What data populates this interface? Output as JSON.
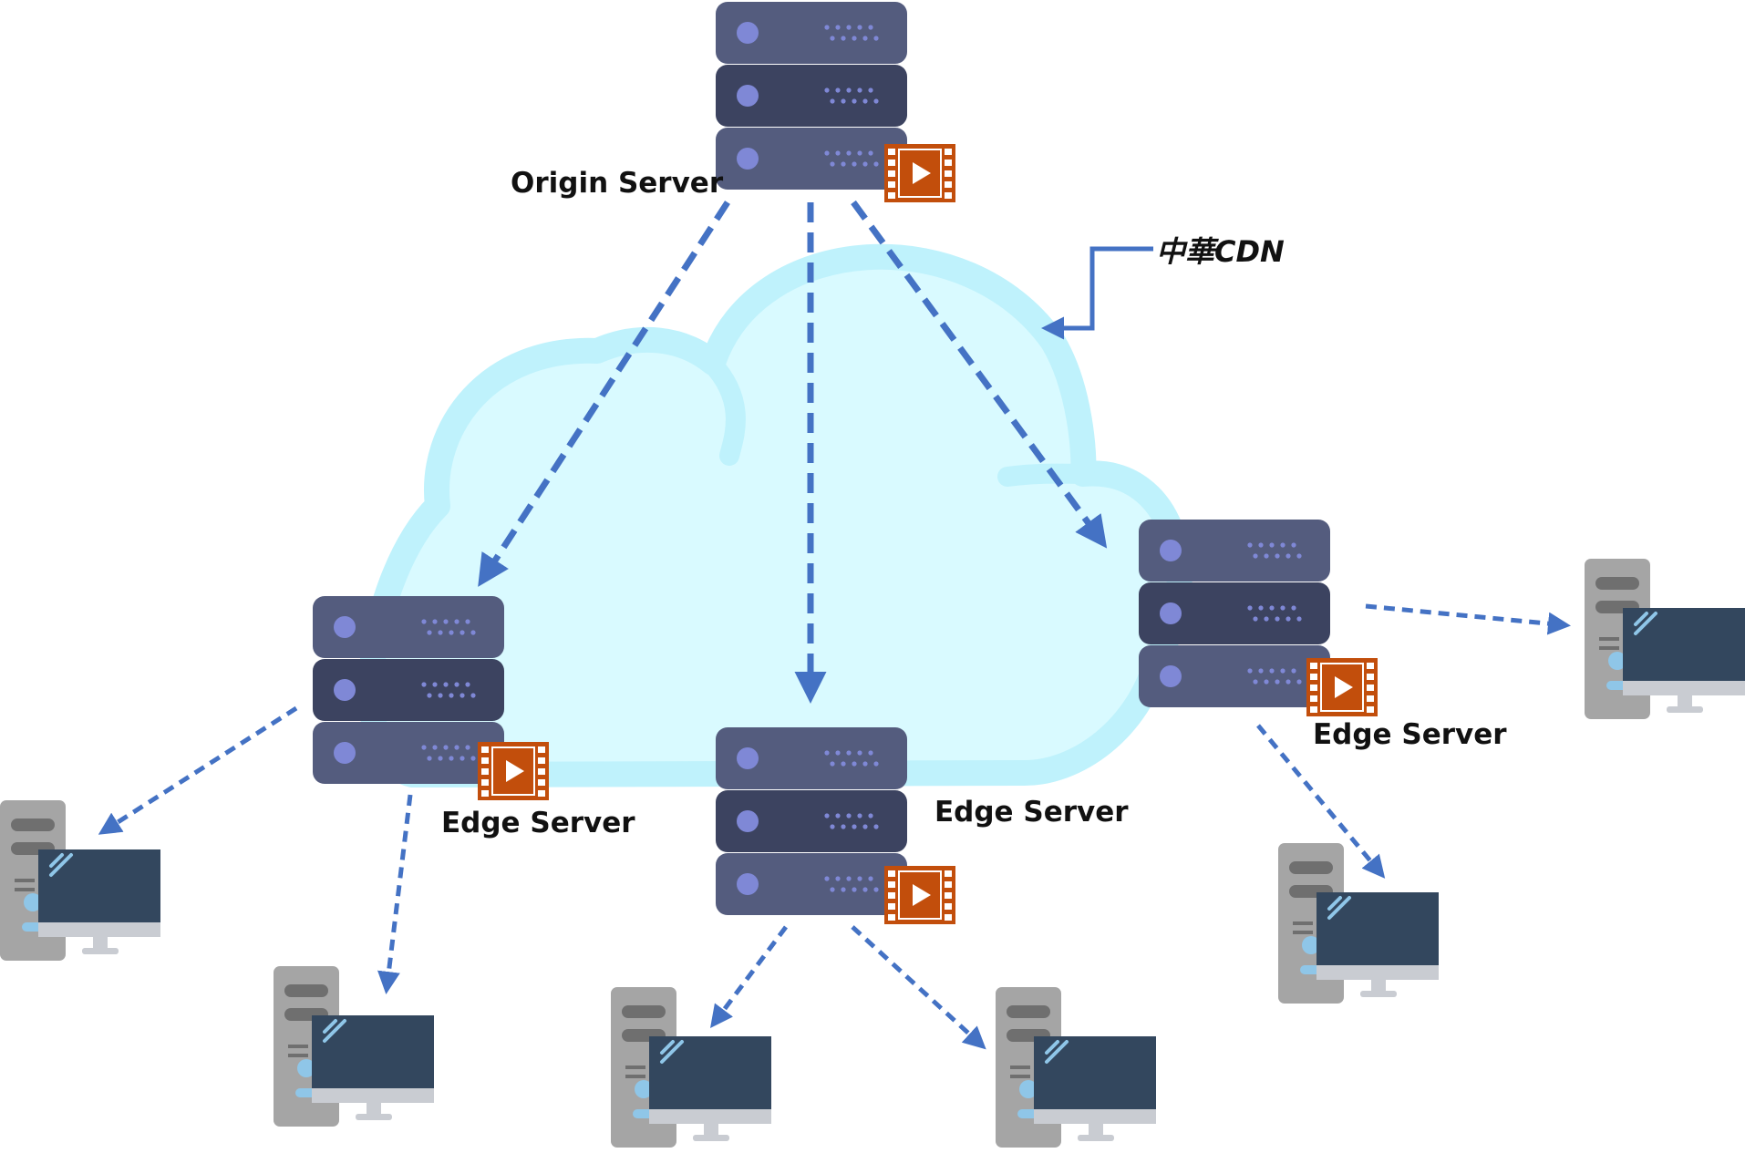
{
  "labels": {
    "origin": "Origin Server",
    "edge_left": "Edge Server",
    "edge_center": "Edge Server",
    "edge_right": "Edge Server",
    "cdn": "中華CDN"
  },
  "colors": {
    "cloud_fill": "#d9faff",
    "cloud_stroke": "#bff2fc",
    "server_light": "#545c7e",
    "server_dark": "#3c4360",
    "server_dot": "#7f88d6",
    "video_orange": "#c24e0c",
    "arrow_blue": "#4472c4",
    "tower_gray": "#a5a5a5",
    "monitor_dark": "#33475e",
    "monitor_stand": "#c9ccd2"
  },
  "icons": {
    "server": "server-rack-icon",
    "video": "video-play-icon",
    "client": "desktop-computer-icon"
  }
}
